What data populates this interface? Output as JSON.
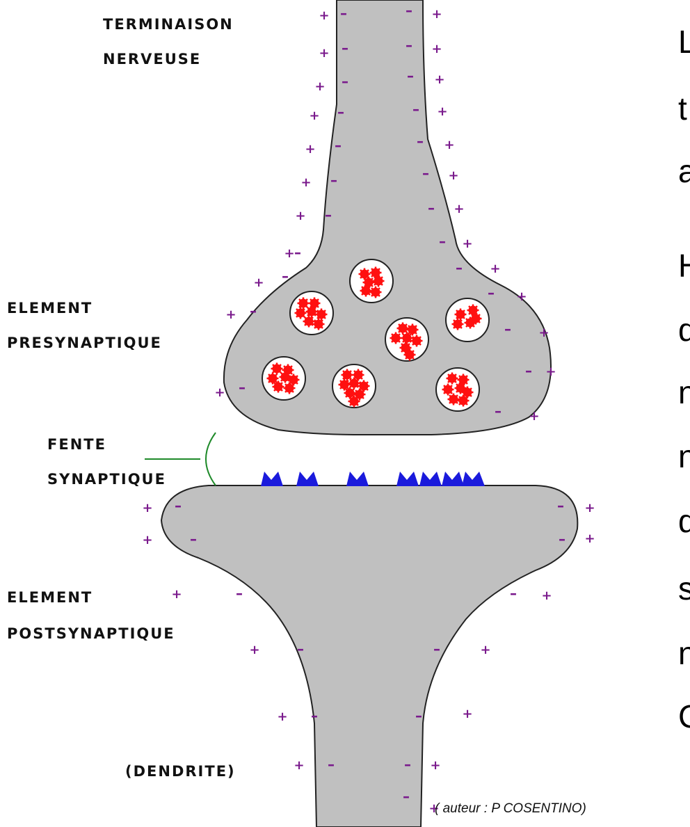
{
  "labels": {
    "terminaison": [
      "TERMINAISON",
      "NERVEUSE"
    ],
    "presynaptique": [
      "ELEMENT",
      "PRESYNAPTIQUE"
    ],
    "fente": [
      "FENTE",
      "SYNAPTIQUE"
    ],
    "postsynaptique": [
      "ELEMENT",
      "POSTSYNAPTIQUE"
    ],
    "dendrite": "(DENDRITE)"
  },
  "charges": {
    "plus": "+",
    "minus": "–"
  },
  "credit": "( auteur : P COSENTINO)",
  "side_text": [
    "L",
    "t",
    "a",
    "H",
    "d",
    "n",
    "n",
    "d",
    "s",
    "n",
    "C"
  ],
  "colors": {
    "membrane_fill": "#c0c0c0",
    "outline": "#222222",
    "vesicle_fill": "#ffffff",
    "neurotransmitter": "#ff1010",
    "receptor": "#1a1adc",
    "charge": "#7a1a8c",
    "cleft_bracket": "#1f8a2a"
  },
  "icons": {
    "vesicle": "vesicle-icon",
    "receptor": "receptor-icon",
    "neurotransmitter": "neurotransmitter-dot"
  }
}
